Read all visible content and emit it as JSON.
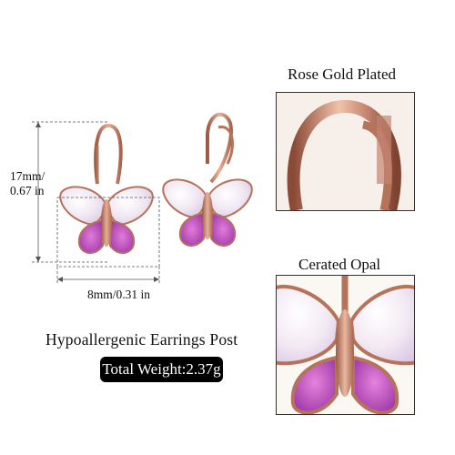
{
  "labels": {
    "rose_gold": "Rose Gold Plated",
    "opal": "Cerated Opal",
    "hypoallergenic": "Hypoallergenic Earrings Post",
    "total_weight": "Total Weight:2.37g"
  },
  "dimensions": {
    "height_mm": "17mm/",
    "height_in": "0.67 in",
    "width": "8mm/0.31 in"
  },
  "colors": {
    "rose_gold": "#c98a73",
    "rose_gold_dark": "#9a5a45",
    "opal_white": "#f4eef4",
    "opal_pink": "#d070c8",
    "opal_purple": "#b043b8"
  }
}
